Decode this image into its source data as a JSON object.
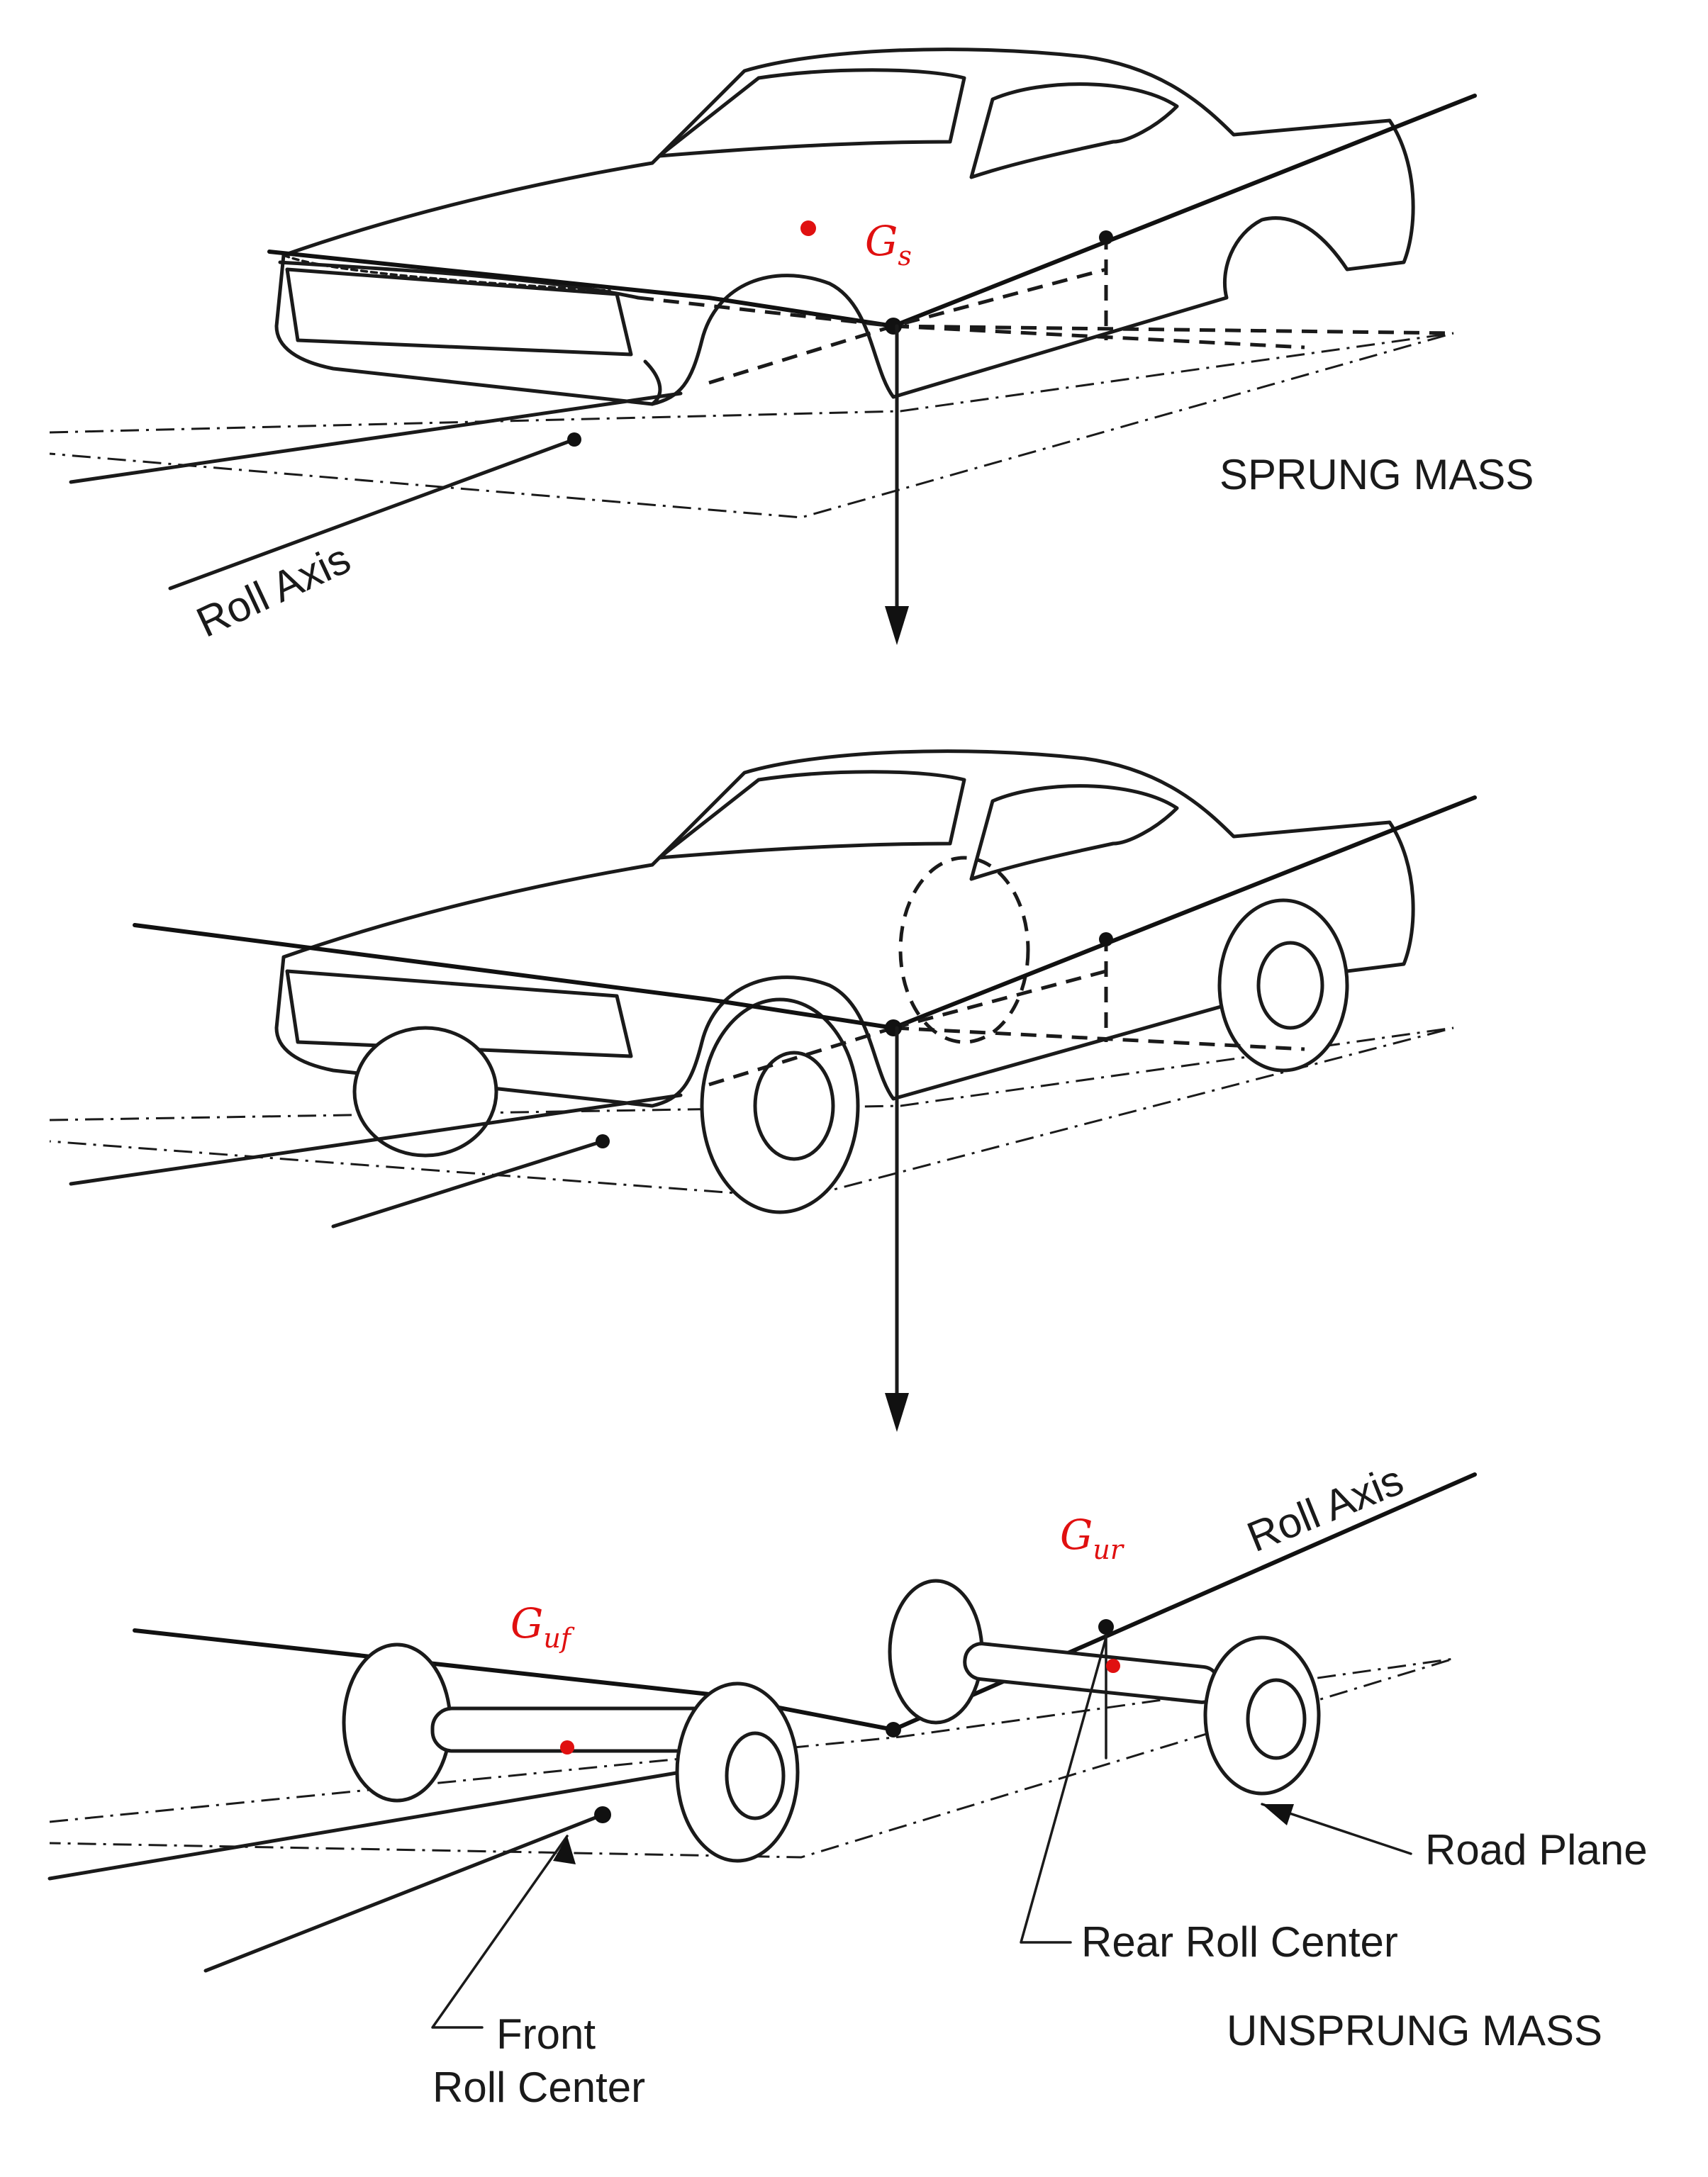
{
  "labels": {
    "sprung_mass": "SPRUNG MASS",
    "unsprung_mass": "UNSPRUNG MASS",
    "roll_axis_top": "Roll Axis",
    "roll_axis_bottom": "Roll Axis",
    "road_plane": "Road Plane",
    "rear_roll_center": "Rear Roll Center",
    "front_roll_center_line1": "Front",
    "front_roll_center_line2": "Roll Center"
  },
  "symbols": {
    "gs_main": "G",
    "gs_sub": "s",
    "guf_main": "G",
    "guf_sub": "uf",
    "gur_main": "G",
    "gur_sub": "ur"
  },
  "colors": {
    "ink": "#1a1a1a",
    "cg_marker": "#e01010"
  }
}
